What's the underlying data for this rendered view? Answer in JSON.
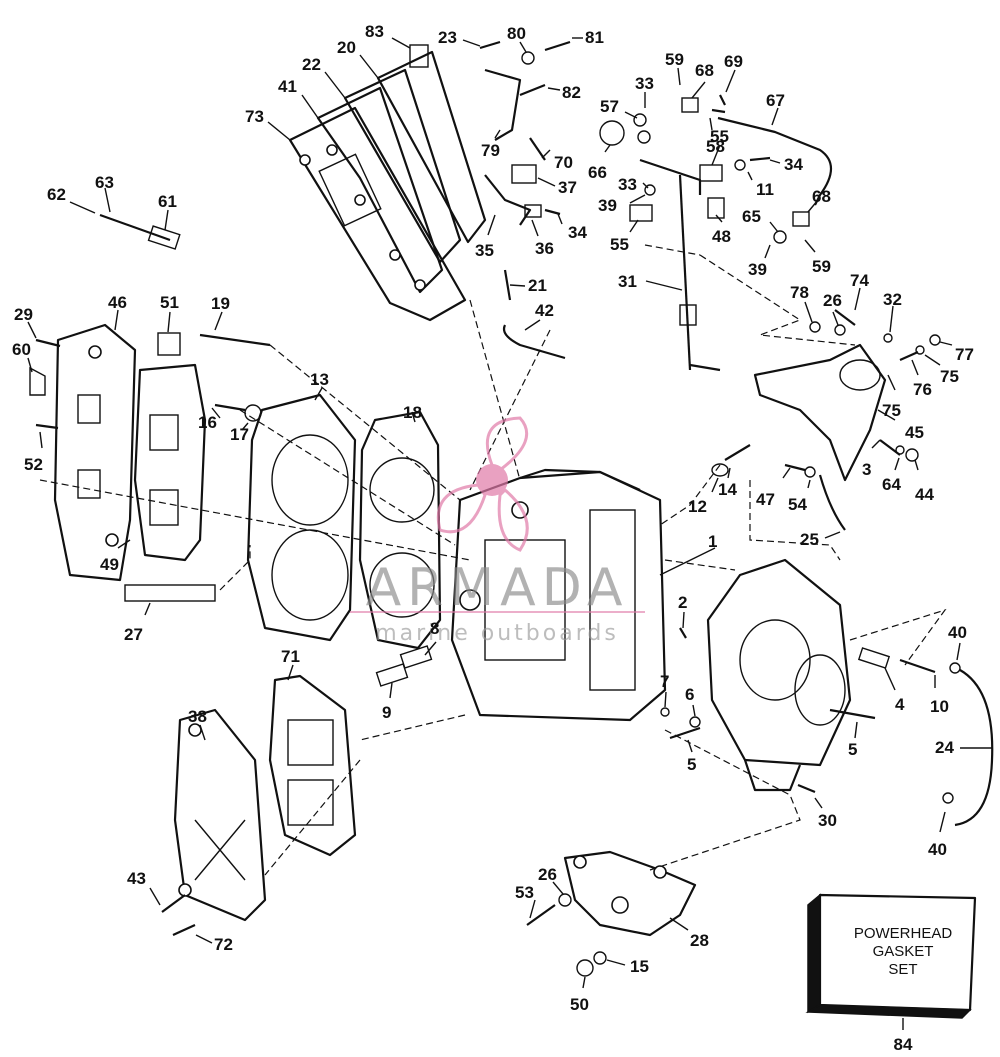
{
  "watermark": {
    "brand": "ARMADA",
    "tagline": "marine outboards",
    "color": "#e07aa8"
  },
  "gasket_set_box": {
    "line1": "POWERHEAD",
    "line2": "GASKET",
    "line3": "SET",
    "callout": "84"
  },
  "callouts": {
    "c1": "1",
    "c2": "2",
    "c3": "3",
    "c4": "4",
    "c5a": "5",
    "c5b": "5",
    "c6": "6",
    "c7": "7",
    "c8": "8",
    "c9": "9",
    "c10": "10",
    "c11": "11",
    "c12": "12",
    "c13": "13",
    "c14": "14",
    "c15": "15",
    "c16": "16",
    "c17": "17",
    "c18": "18",
    "c19": "19",
    "c20": "20",
    "c21": "21",
    "c22": "22",
    "c23": "23",
    "c24": "24",
    "c25": "25",
    "c26a": "26",
    "c26b": "26",
    "c27": "27",
    "c28": "28",
    "c29": "29",
    "c30": "30",
    "c31": "31",
    "c32": "32",
    "c33a": "33",
    "c33b": "33",
    "c34a": "34",
    "c34b": "34",
    "c35": "35",
    "c36": "36",
    "c37": "37",
    "c38": "38",
    "c39a": "39",
    "c39b": "39",
    "c40a": "40",
    "c40b": "40",
    "c41": "41",
    "c42": "42",
    "c43": "43",
    "c44": "44",
    "c45": "45",
    "c46": "46",
    "c47": "47",
    "c48": "48",
    "c49": "49",
    "c50": "50",
    "c51": "51",
    "c52": "52",
    "c53": "53",
    "c54": "54",
    "c55a": "55",
    "c55b": "55",
    "c57": "57",
    "c58": "58",
    "c59a": "59",
    "c59b": "59",
    "c60": "60",
    "c61": "61",
    "c62": "62",
    "c63": "63",
    "c64": "64",
    "c65": "65",
    "c66": "66",
    "c67": "67",
    "c68a": "68",
    "c68b": "68",
    "c69": "69",
    "c70": "70",
    "c71": "71",
    "c72": "72",
    "c73": "73",
    "c74": "74",
    "c75a": "75",
    "c75b": "75",
    "c76": "76",
    "c77": "77",
    "c78": "78",
    "c79": "79",
    "c80": "80",
    "c81": "81",
    "c82": "82",
    "c83": "83"
  }
}
